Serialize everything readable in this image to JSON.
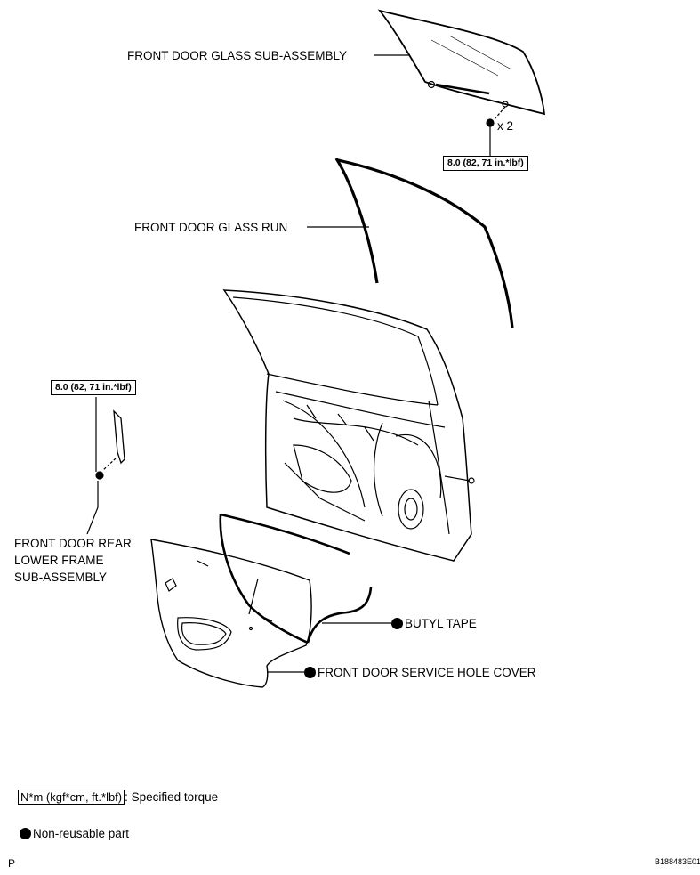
{
  "labels": {
    "glass": "FRONT DOOR GLASS SUB-ASSEMBLY",
    "glass_qty": "x 2",
    "glass_torque": "8.0 (82, 71 in.*lbf)",
    "glass_run": "FRONT DOOR GLASS RUN",
    "frame_torque": "8.0 (82, 71 in.*lbf)",
    "frame_line1": "FRONT DOOR REAR",
    "frame_line2": "LOWER FRAME",
    "frame_line3": "SUB-ASSEMBLY",
    "butyl": "BUTYL TAPE",
    "hole_cover": "FRONT DOOR SERVICE HOLE COVER"
  },
  "legend": {
    "torque_unit": "N*m (kgf*cm, ft.*lbf)",
    "torque_desc": ": Specified torque",
    "nonreusable_desc": "Non-reusable part"
  },
  "footer": {
    "left": "P",
    "right": "B188483E01"
  }
}
